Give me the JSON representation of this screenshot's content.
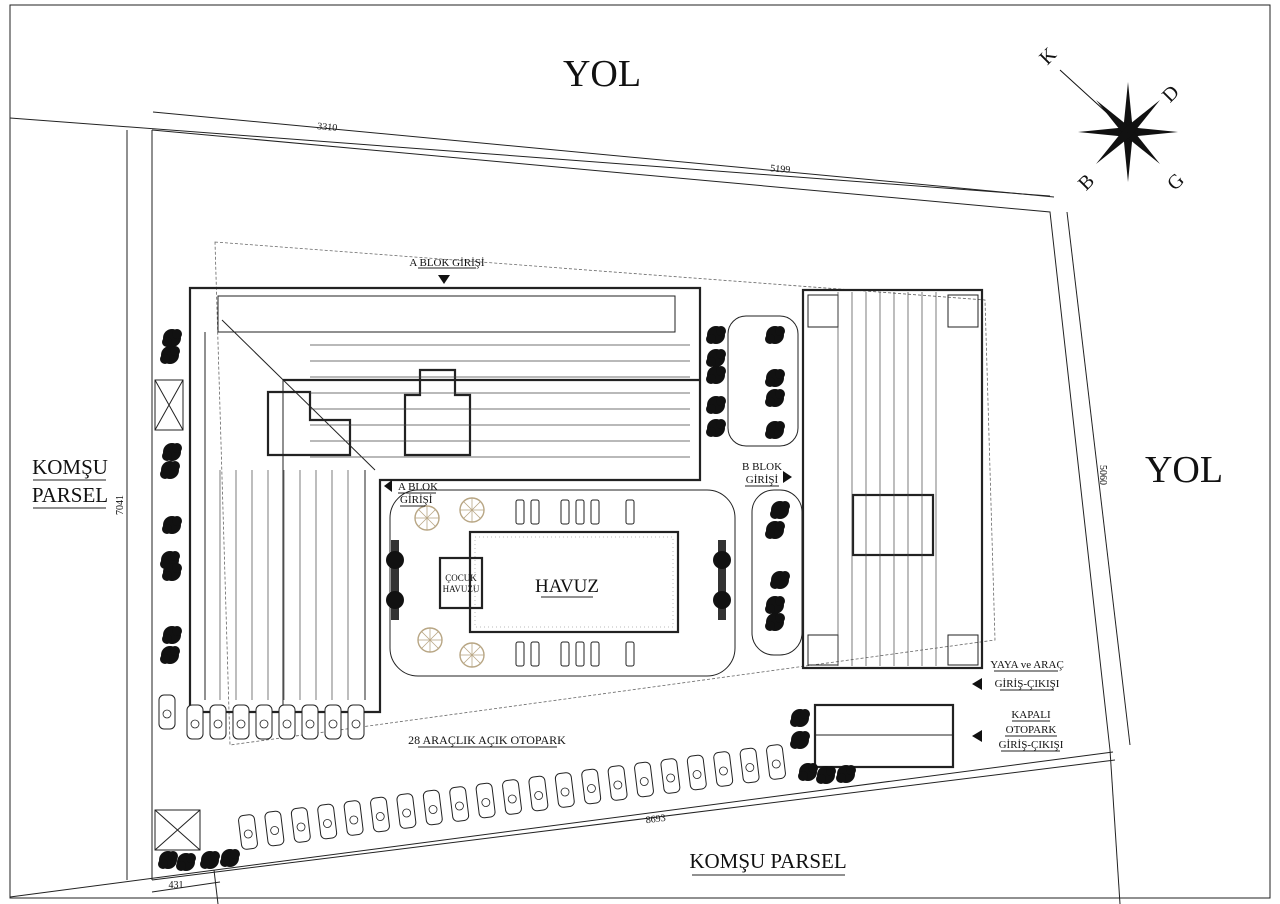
{
  "roads": {
    "top": "YOL",
    "right": "YOL"
  },
  "neighbors": {
    "left_line1": "KOMŞU",
    "left_line2": "PARSEL",
    "bottom": "KOMŞU PARSEL"
  },
  "dimensions": {
    "top_a": "3310",
    "top_b": "5199",
    "left": "7041",
    "right": "5060",
    "bottom": "8693",
    "bottom_left": "431"
  },
  "compass": {
    "north": "K",
    "east": "D",
    "west": "B",
    "south": "G"
  },
  "a_block": {
    "entrance_top": "A BLOK GİRİŞİ",
    "entrance_side_line1": "A BLOK",
    "entrance_side_line2": "GİRİŞİ"
  },
  "b_block": {
    "entrance_line1": "B BLOK",
    "entrance_line2": "GİRİŞİ"
  },
  "pool": {
    "main": "HAVUZ",
    "kids_line1": "ÇOCUK",
    "kids_line2": "HAVUZU"
  },
  "parking": {
    "open": "28 ARAÇLIK AÇIK OTOPARK",
    "open_capacity": 28
  },
  "access": {
    "pedestrian_line1": "YAYA ve ARAÇ",
    "pedestrian_line2": "GİRİŞ-ÇIKIŞI",
    "garage_line1": "KAPALI",
    "garage_line2": "OTOPARK",
    "garage_line3": "GİRİŞ-ÇIKIŞI"
  },
  "colors": {
    "line": "#222222",
    "umbrella": "#b8a684",
    "background": "#ffffff"
  }
}
